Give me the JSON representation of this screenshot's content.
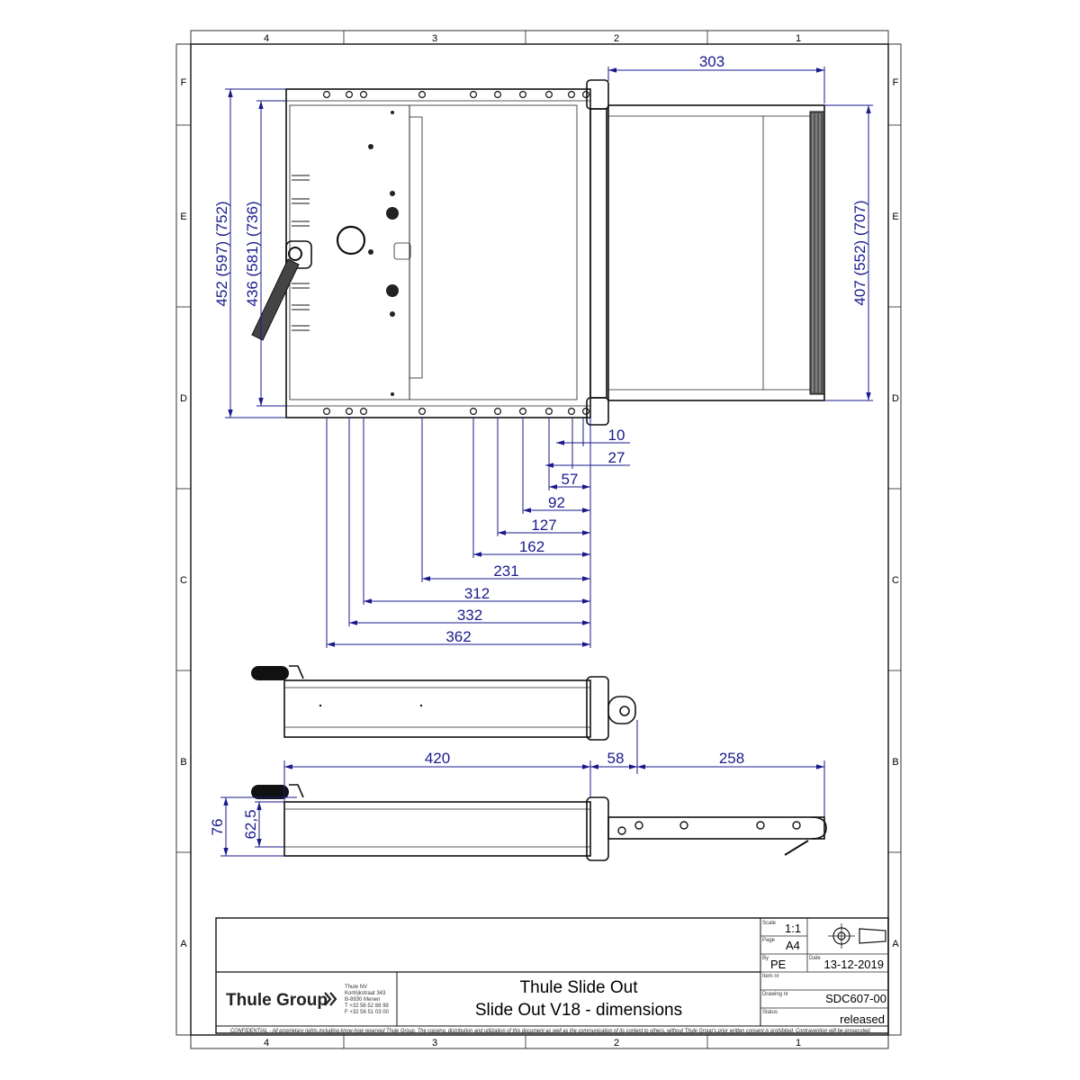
{
  "sheet": {
    "zone_columns": [
      "4",
      "3",
      "2",
      "1"
    ],
    "zone_rows": [
      "F",
      "E",
      "D",
      "C",
      "B",
      "A"
    ]
  },
  "dimensions": {
    "top_width": "303",
    "left_outer": "452 (597) (752)",
    "left_inner": "436 (581) (736)",
    "right_height": "407 (552) (707)",
    "holes": [
      "10",
      "27",
      "57",
      "92",
      "127",
      "162",
      "231",
      "312",
      "332",
      "362"
    ],
    "side_length": "420",
    "side_offset": "58",
    "side_extension": "258",
    "side_height_outer": "76",
    "side_height_inner": "62,5"
  },
  "title_block": {
    "company_logo": "Thule Group",
    "company_address": [
      "Thule NV",
      "Kortrijkstraat 343",
      "B-8930 Menen",
      "T +32 56 52 88 99",
      "F +32 56 51 03 00"
    ],
    "title_line1": "Thule Slide Out",
    "title_line2": "Slide Out V18 - dimensions",
    "scale_label": "Scale",
    "scale": "1:1",
    "page_label": "Page",
    "page_size": "A4",
    "by_label": "By",
    "by": "PE",
    "date_label": "Date",
    "date": "13-12-2019",
    "item_label": "Item nr",
    "drawing_label": "Drawing nr",
    "drawing_number": "SDC607-00",
    "status_label": "Status",
    "status": "released",
    "confidential": "CONFIDENTIAL - All proprietary rights including know-how reserved Thule Group. The copying, distribution and utilization of this document as well as the communication of its content to others, without Thule Group's prior written consent is prohibited. Contravention will be prosecuted."
  }
}
